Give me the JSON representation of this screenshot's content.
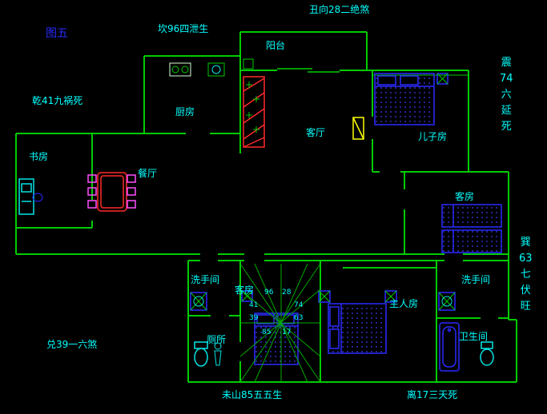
{
  "colors": {
    "background": "#000000",
    "wall_green": "#00cc00",
    "compass_green": "#00aa00",
    "label_cyan": "#00ffff",
    "figure_blue": "#2a2aff",
    "furniture_blue": "#2a2aff",
    "fixture_cyan": "#00e5e5",
    "sofa_red": "#ff2a2a",
    "chair_magenta": "#ff4fff",
    "door_yellow": "#ffff00"
  },
  "annotations": {
    "figure": "图五",
    "top": "丑向28二绝煞",
    "kan": "坎96四泄生",
    "qian": "乾41九祸死",
    "dui": "兑39一六煞",
    "wei_shan": "未山85五五生",
    "li": "离17三天死",
    "zhen": [
      "震",
      "74",
      "六",
      "延",
      "死"
    ],
    "xun": [
      "巽",
      "63",
      "七",
      "伏",
      "旺"
    ]
  },
  "rooms": {
    "balcony": "阳台",
    "kitchen": "厨房",
    "living_room": "客厅",
    "son_room": "儿子房",
    "study": "书房",
    "dining": "餐厅",
    "guest_room_right": "客房",
    "guest_room_center": "客房",
    "washroom_left": "洗手间",
    "washroom_right": "洗手间",
    "toilet": "厕所",
    "master_room": "主人房",
    "bathroom": "卫生间"
  },
  "compass": {
    "n1": "96",
    "n2": "28",
    "e1": "74",
    "e2": "63",
    "s1": "17",
    "s2": "85",
    "w1": "39",
    "w2": "41"
  }
}
